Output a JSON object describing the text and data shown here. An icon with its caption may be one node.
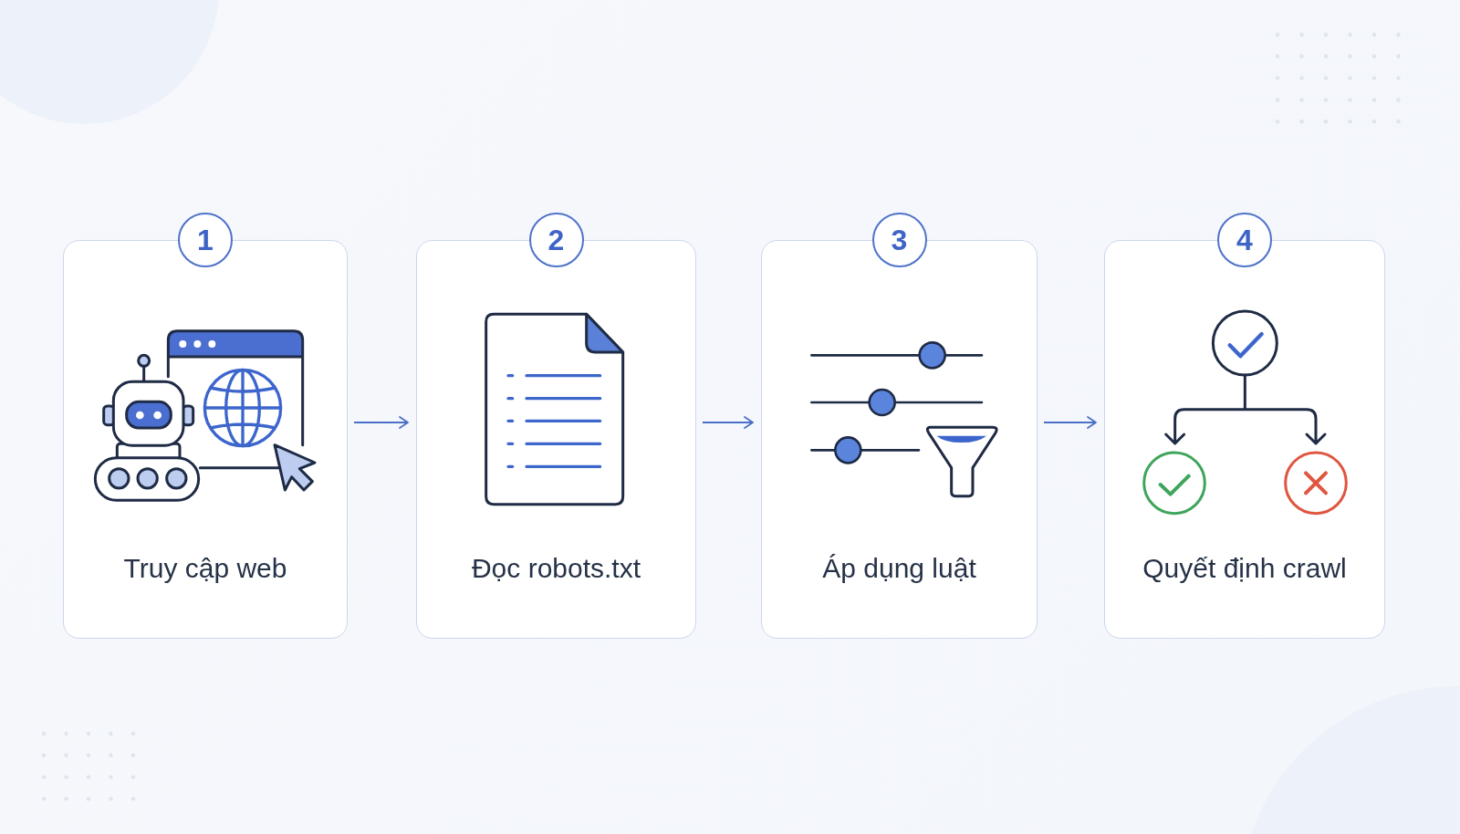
{
  "diagram": {
    "nodes": [
      {
        "text": [
          "1",
          "Truy cập web"
        ]
      },
      {
        "text": [
          "2",
          "Đọc robots.txt"
        ]
      },
      {
        "text": [
          "3",
          "Áp dụng luật"
        ]
      },
      {
        "text": [
          "4",
          "Quyết định crawl"
        ]
      }
    ],
    "edges": [
      {
        "from": 0,
        "to": 1,
        "arrow": "to"
      },
      {
        "from": 1,
        "to": 2,
        "arrow": "to"
      },
      {
        "from": 2,
        "to": 3,
        "arrow": "to"
      }
    ]
  }
}
